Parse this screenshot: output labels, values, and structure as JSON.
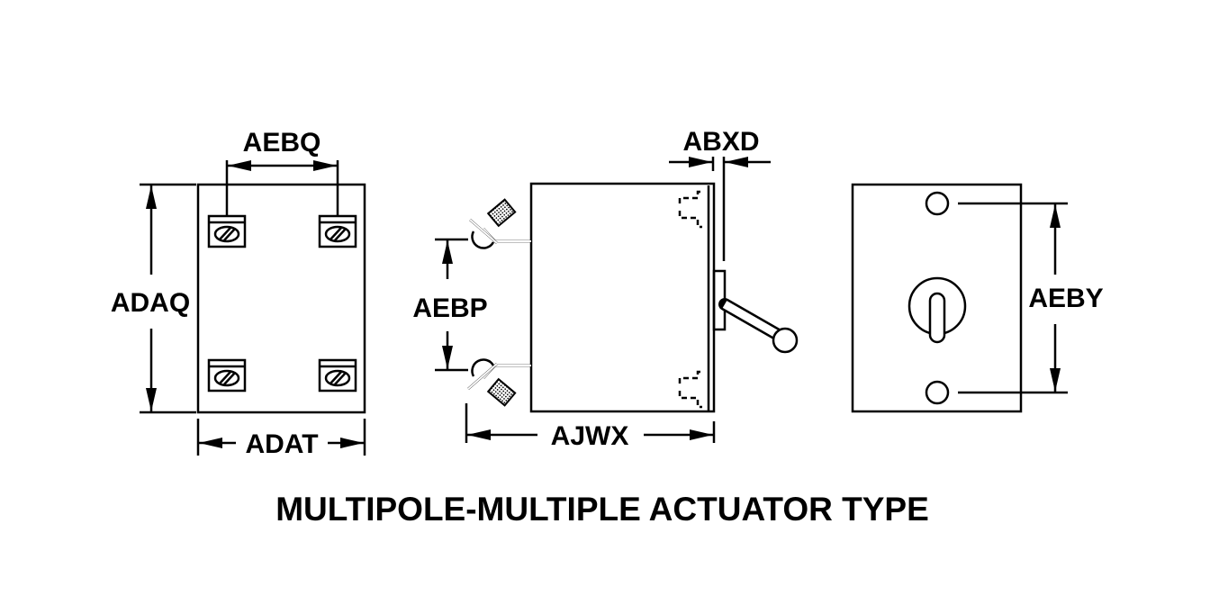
{
  "title": "MULTIPOLE-MULTIPLE ACTUATOR TYPE",
  "dimensions": {
    "front_terminal_spacing": "AEBQ",
    "front_height": "ADAQ",
    "front_width": "ADAT",
    "side_terminal_spacing": "AEBP",
    "side_depth": "AJWX",
    "panel_thickness": "ABXD",
    "mounting_hole_spacing": "AEBY"
  }
}
